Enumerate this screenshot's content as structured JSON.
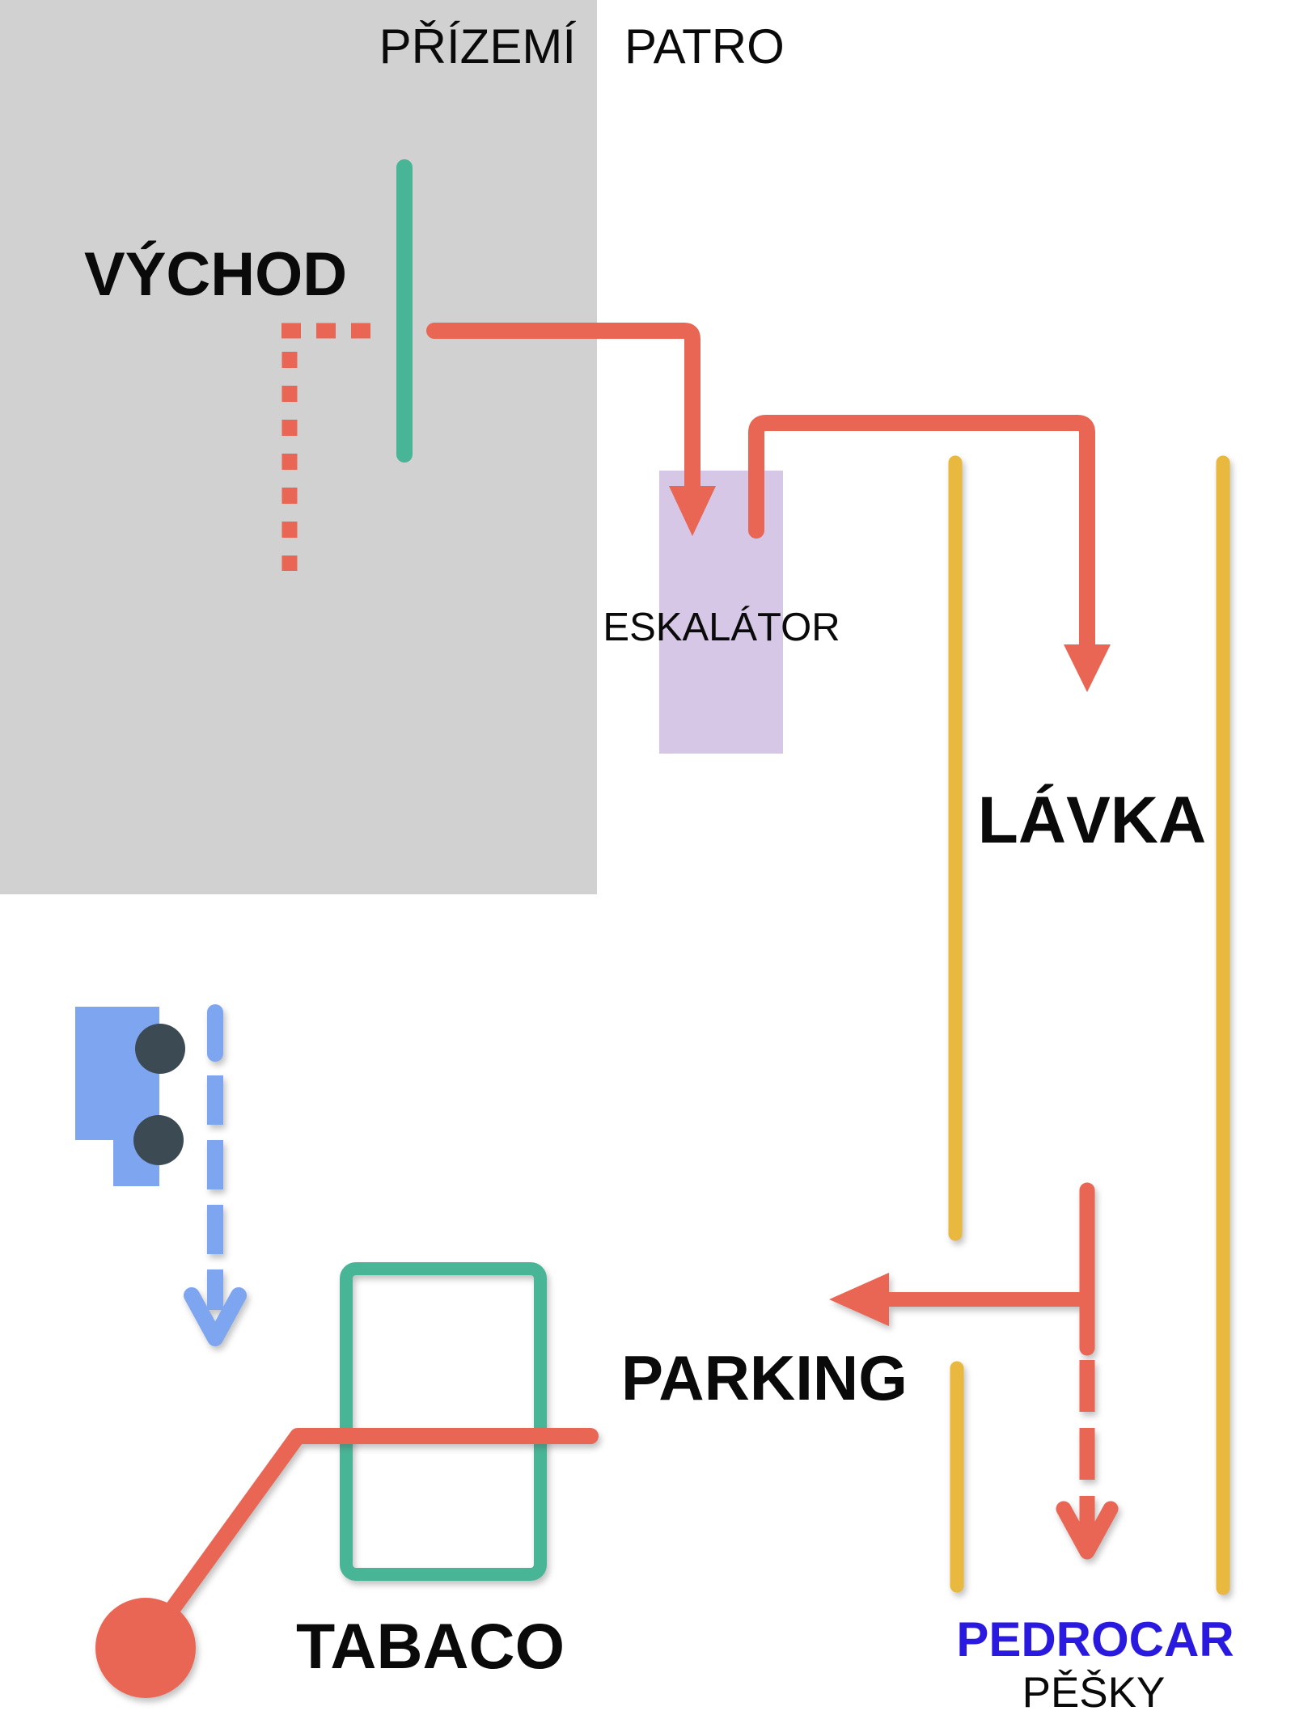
{
  "title": "Wayfinding route diagram",
  "floor_labels": {
    "ground": "PŘÍZEMÍ",
    "upper": "PATRO"
  },
  "labels": {
    "exit": "VÝCHOD",
    "escalator": "ESKALÁTOR",
    "footbridge": "LÁVKA",
    "parking": "PARKING",
    "tobacco": "TABACO",
    "pedrocar": "PEDROCAR",
    "on_foot": "PĚŠKY"
  },
  "icons": {
    "down_arrow_solid": "filled triangle arrowhead pointing down",
    "down_arrow_dashed": "open chevron arrowhead pointing down",
    "left_arrow_solid": "filled triangle arrowhead pointing left",
    "start_point": "red circle marker"
  },
  "colors": {
    "background": "#ffffff",
    "ground_floor_zone": "#d1d1d1",
    "route_red": "#e96554",
    "metro_teal": "#48b696",
    "footbridge_yellow": "#e9b83e",
    "escalator_purple": "#d5c7e5",
    "walk_blue": "#7ea6f0",
    "landmark_slate": "#3c4a54",
    "pedrocar_blue": "#2a1ae0",
    "text_black": "#0a0a0a"
  }
}
